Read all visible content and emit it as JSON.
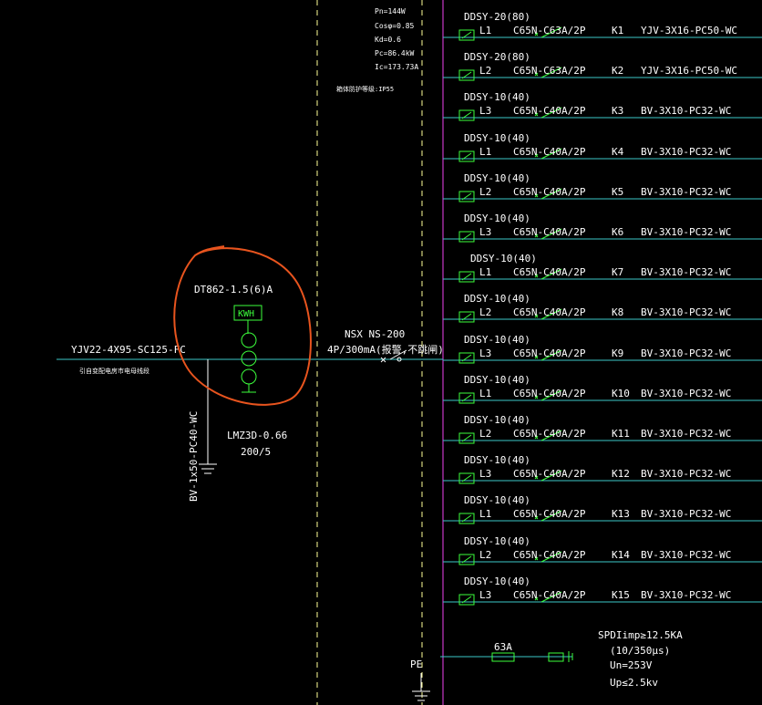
{
  "header": {
    "params": [
      "Pn=144W",
      "Cosφ=0.85",
      "Kd=0.6",
      "Pc=86.4kW",
      "Ic=173.73A"
    ],
    "enclosure": "箱体防护等级:IP55"
  },
  "incoming": {
    "cable": "YJV22-4X95-SC125-FC",
    "source": "引自变配电房市电母线段",
    "meter": "DT862-1.5(6)A",
    "kwh_label": "KWH",
    "pe_cable": "BV-1x50-PC40-WC",
    "ct_model": "LMZ3D-0.66",
    "ct_ratio": "200/5",
    "main_breaker": "NSX NS-200",
    "main_breaker_spec": "4P/300mA(报警,不跳闸)"
  },
  "circuits": [
    {
      "surge": "DDSY-20(80)",
      "phase": "L1",
      "breaker": "C65N-C63A/2P",
      "id": "K1",
      "cable": "YJV-3X16-PC50-WC"
    },
    {
      "surge": "DDSY-20(80)",
      "phase": "L2",
      "breaker": "C65N-C63A/2P",
      "id": "K2",
      "cable": "YJV-3X16-PC50-WC"
    },
    {
      "surge": "DDSY-10(40)",
      "phase": "L3",
      "breaker": "C65N-C40A/2P",
      "id": "K3",
      "cable": "BV-3X10-PC32-WC"
    },
    {
      "surge": "DDSY-10(40)",
      "phase": "L1",
      "breaker": "C65N-C40A/2P",
      "id": "K4",
      "cable": "BV-3X10-PC32-WC"
    },
    {
      "surge": "DDSY-10(40)",
      "phase": "L2",
      "breaker": "C65N-C40A/2P",
      "id": "K5",
      "cable": "BV-3X10-PC32-WC"
    },
    {
      "surge": "DDSY-10(40)",
      "phase": "L3",
      "breaker": "C65N-C40A/2P",
      "id": "K6",
      "cable": "BV-3X10-PC32-WC"
    },
    {
      "surge": "DDSY-10(40)",
      "phase": "L1",
      "breaker": "C65N-C40A/2P",
      "id": "K7",
      "cable": "BV-3X10-PC32-WC"
    },
    {
      "surge": "DDSY-10(40)",
      "phase": "L2",
      "breaker": "C65N-C40A/2P",
      "id": "K8",
      "cable": "BV-3X10-PC32-WC"
    },
    {
      "surge": "DDSY-10(40)",
      "phase": "L3",
      "breaker": "C65N-C40A/2P",
      "id": "K9",
      "cable": "BV-3X10-PC32-WC"
    },
    {
      "surge": "DDSY-10(40)",
      "phase": "L1",
      "breaker": "C65N-C40A/2P",
      "id": "K10",
      "cable": "BV-3X10-PC32-WC"
    },
    {
      "surge": "DDSY-10(40)",
      "phase": "L2",
      "breaker": "C65N-C40A/2P",
      "id": "K11",
      "cable": "BV-3X10-PC32-WC"
    },
    {
      "surge": "DDSY-10(40)",
      "phase": "L3",
      "breaker": "C65N-C40A/2P",
      "id": "K12",
      "cable": "BV-3X10-PC32-WC"
    },
    {
      "surge": "DDSY-10(40)",
      "phase": "L1",
      "breaker": "C65N-C40A/2P",
      "id": "K13",
      "cable": "BV-3X10-PC32-WC"
    },
    {
      "surge": "DDSY-10(40)",
      "phase": "L2",
      "breaker": "C65N-C40A/2P",
      "id": "K14",
      "cable": "BV-3X10-PC32-WC"
    },
    {
      "surge": "DDSY-10(40)",
      "phase": "L3",
      "breaker": "C65N-C40A/2P",
      "id": "K15",
      "cable": "BV-3X10-PC32-WC"
    }
  ],
  "spd": {
    "pe_label": "PE",
    "fuse": "63A",
    "lines": [
      "SPDIimp≥12.5KA",
      "(10/350μs)",
      "Un=253V",
      "Up≤2.5kv"
    ]
  },
  "colors": {
    "background": "#000000",
    "circuit_line": "#3cc9c9",
    "symbol": "#3cff3c",
    "bus": "#c838c8",
    "frame_dash": "#ffff99",
    "annotation": "#e8541e"
  }
}
